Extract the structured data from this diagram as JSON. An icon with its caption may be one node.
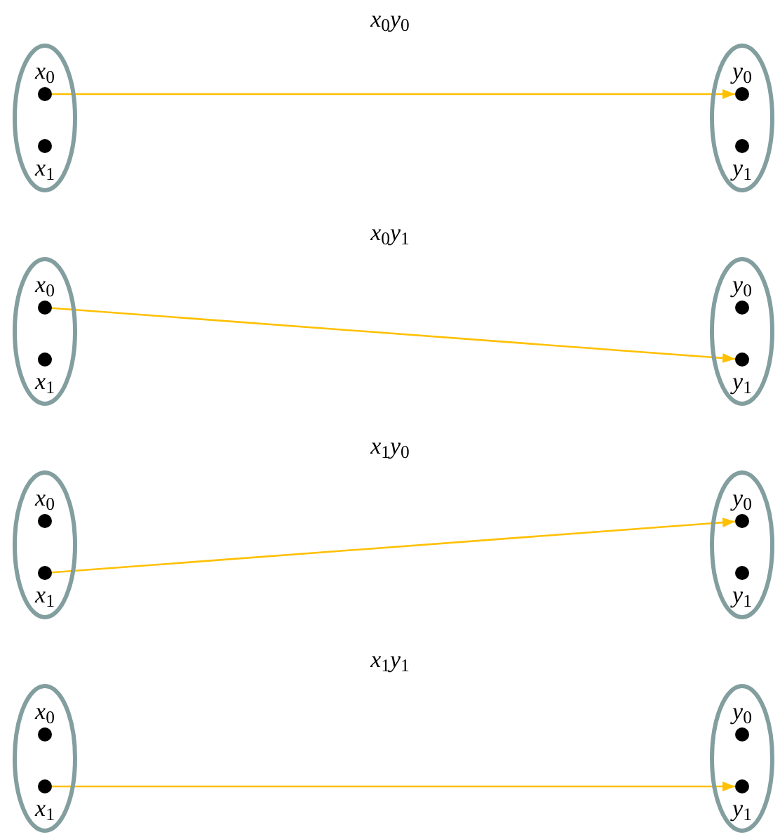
{
  "diagram": {
    "nodes": [
      {
        "text": [],
        "shape": "ellipse"
      },
      {
        "text": [],
        "shape": "circle",
        "in": 0,
        "beside": [
          "*x*$_{0}$"
        ]
      },
      {
        "text": [],
        "shape": "circle",
        "in": 0,
        "beside": [
          "*x*$_{1}$"
        ]
      },
      {
        "text": [],
        "shape": "ellipse"
      },
      {
        "text": [],
        "shape": "circle",
        "in": 3,
        "beside": [
          "*y*$_{0}$"
        ]
      },
      {
        "text": [],
        "shape": "circle",
        "in": 3,
        "beside": [
          "*y*$_{1}$"
        ]
      },
      {
        "text": [],
        "shape": "ellipse"
      },
      {
        "text": [],
        "shape": "circle",
        "in": 6,
        "beside": [
          "*x*$_{0}$"
        ]
      },
      {
        "text": [],
        "shape": "circle",
        "in": 6,
        "beside": [
          "*x*$_{1}$"
        ]
      },
      {
        "text": [],
        "shape": "ellipse"
      },
      {
        "text": [],
        "shape": "circle",
        "in": 9,
        "beside": [
          "*y*$_{0}$"
        ]
      },
      {
        "text": [],
        "shape": "circle",
        "in": 9,
        "beside": [
          "*y*$_{1}$"
        ]
      },
      {
        "text": [],
        "shape": "ellipse"
      },
      {
        "text": [],
        "shape": "circle",
        "in": 12,
        "beside": [
          "*x*$_{0}$"
        ]
      },
      {
        "text": [],
        "shape": "circle",
        "in": 12,
        "beside": [
          "*x*$_{1}$"
        ]
      },
      {
        "text": [],
        "shape": "ellipse"
      },
      {
        "text": [],
        "shape": "circle",
        "in": 15,
        "beside": [
          "*y*$_{0}$"
        ]
      },
      {
        "text": [],
        "shape": "circle",
        "in": 15,
        "beside": [
          "*y*$_{1}$"
        ]
      },
      {
        "text": [],
        "shape": "ellipse"
      },
      {
        "text": [],
        "shape": "circle",
        "in": 18,
        "beside": [
          "*x*$_{0}$"
        ]
      },
      {
        "text": [],
        "shape": "circle",
        "in": 18,
        "beside": [
          "*x*$_{1}$"
        ]
      },
      {
        "text": [],
        "shape": "ellipse"
      },
      {
        "text": [],
        "shape": "circle",
        "in": 21,
        "beside": [
          "*y*$_{0}$"
        ]
      },
      {
        "text": [],
        "shape": "circle",
        "in": 21,
        "beside": [
          "*y*$_{1}$"
        ]
      }
    ],
    "edges": [
      {
        "from": 1,
        "to": 4,
        "arrow": "to"
      },
      {
        "from": 7,
        "to": 11,
        "arrow": "to"
      },
      {
        "from": 14,
        "to": 16,
        "arrow": "to"
      },
      {
        "from": 20,
        "to": 23,
        "arrow": "to"
      }
    ],
    "labels": [
      "*x*$_{0}$*y*$_{0}$",
      "*x*$_{0}$*y*$_{1}$",
      "*x*$_{1}$*y*$_{0}$",
      "*x*$_{1}$*y*$_{1}$"
    ]
  }
}
